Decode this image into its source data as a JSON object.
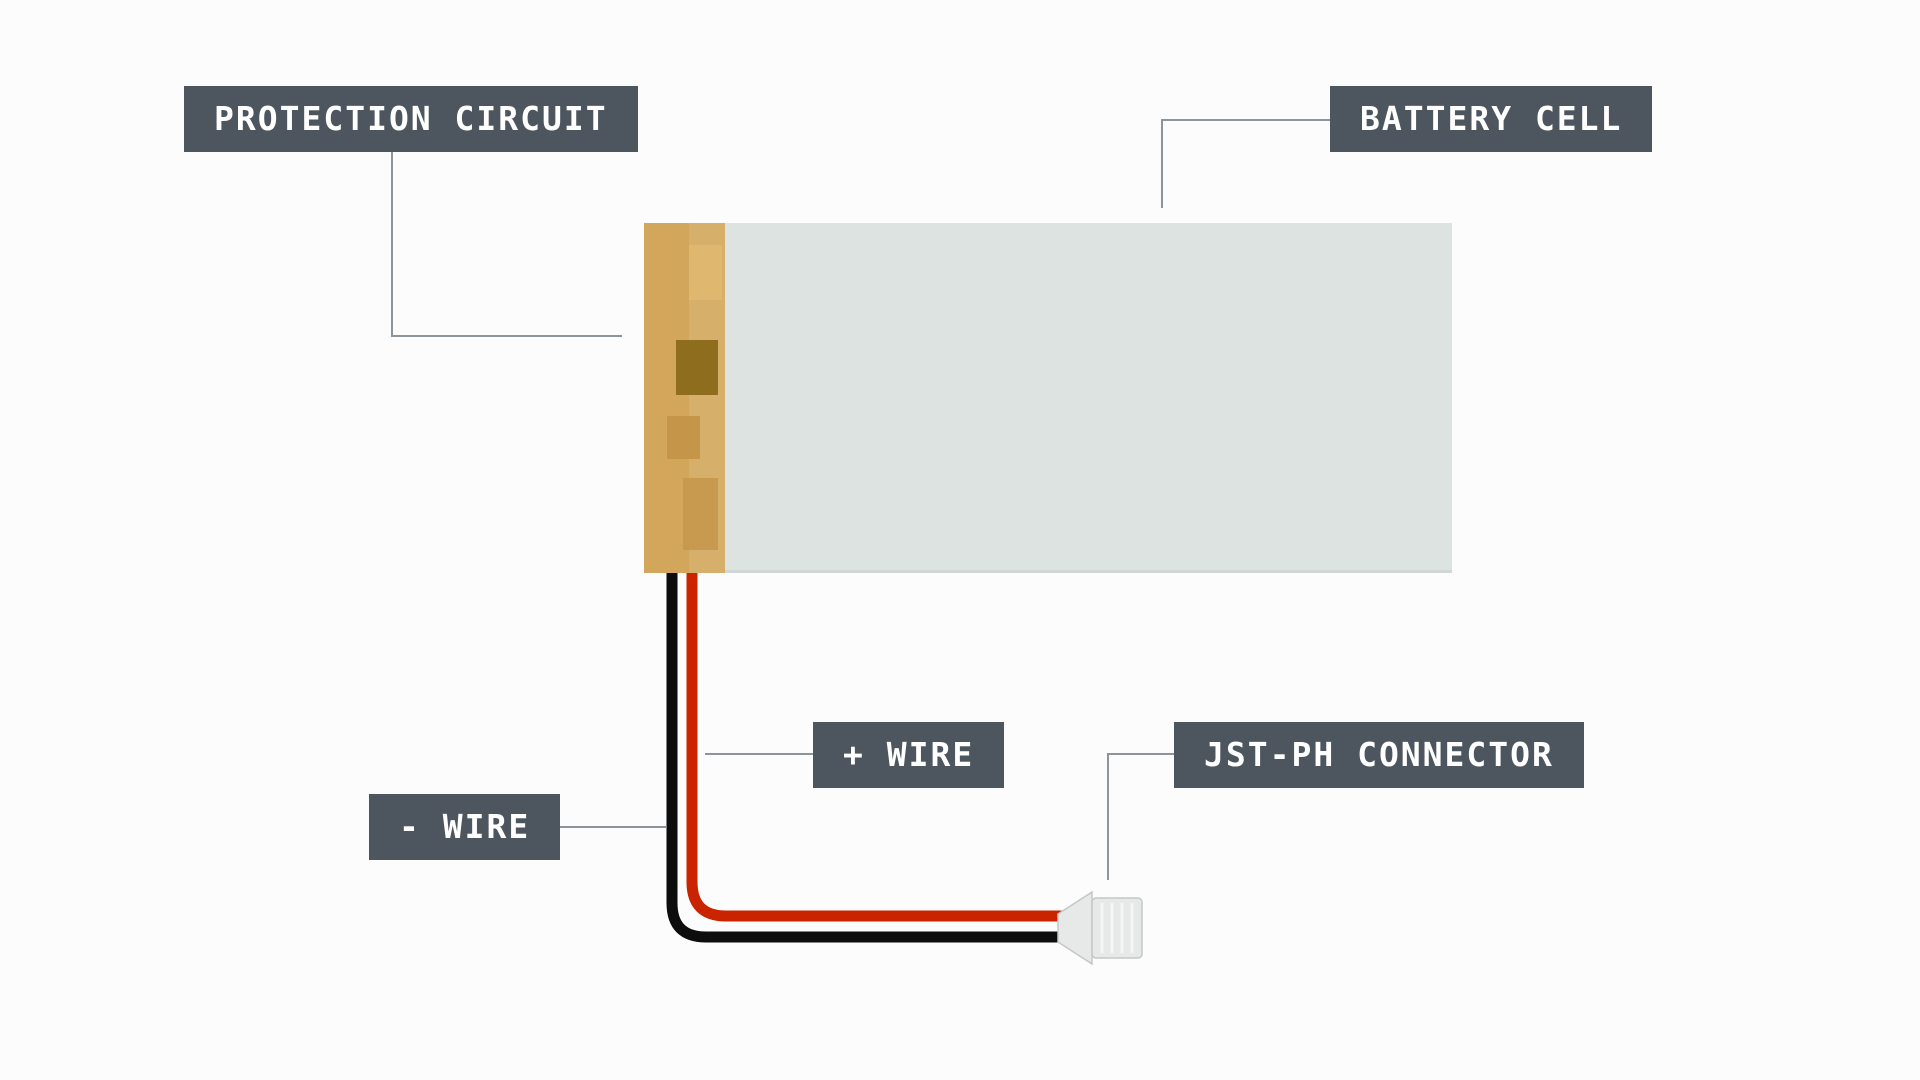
{
  "labels": {
    "protection_circuit": "PROTECTION CIRCUIT",
    "battery_cell": "BATTERY CELL",
    "plus_wire": "+ WIRE",
    "minus_wire": "- WIRE",
    "jst_connector": "JST-PH CONNECTOR"
  },
  "colors": {
    "page_bg": "#fcfcfc",
    "label_bg": "#4d565e",
    "label_text": "#ffffff",
    "battery_cell": "#dce3e1",
    "protection_circuit": "#d2a65b",
    "pc_block_light": "#dfb76f",
    "pc_block_dark": "#8e6d1e",
    "pc_block_mid": "#c5964a",
    "wire_negative": "#0d0d0d",
    "wire_positive": "#c92300",
    "leader_line": "#8c959b",
    "connector_fill": "#e6e9e8",
    "connector_stroke": "#c3c8c7"
  }
}
